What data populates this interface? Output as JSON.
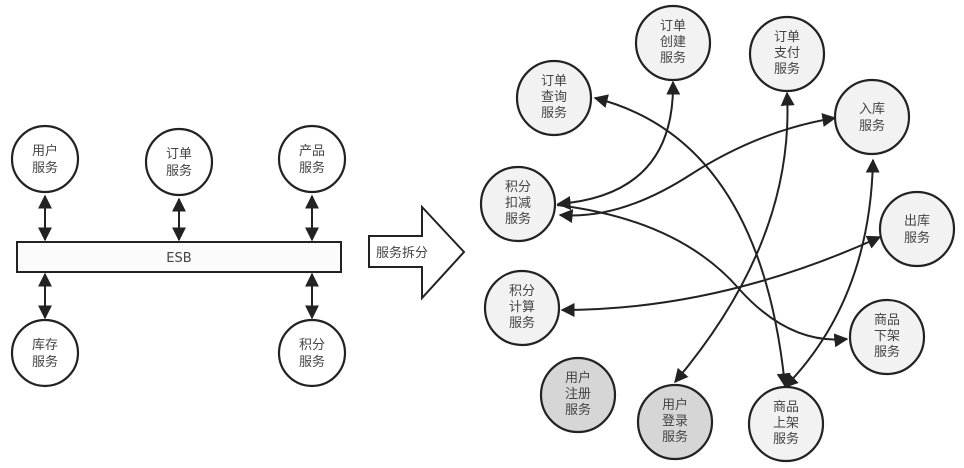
{
  "colors": {
    "node_fill": "#f2f2f2",
    "node_fill_dark": "#d6d6d6",
    "stroke": "#222222",
    "text": "#444444"
  },
  "monolith": {
    "bus_label": "ESB",
    "top_services": [
      {
        "lines": [
          "用户",
          "服务"
        ]
      },
      {
        "lines": [
          "订单",
          "服务"
        ]
      },
      {
        "lines": [
          "产品",
          "服务"
        ]
      }
    ],
    "bottom_services": [
      {
        "lines": [
          "库存",
          "服务"
        ]
      },
      {
        "lines": [
          "积分",
          "服务"
        ]
      }
    ]
  },
  "transition_arrow": {
    "label": "服务拆分"
  },
  "microservices": [
    {
      "id": "order-create",
      "lines": [
        "订单",
        "创建",
        "服务"
      ]
    },
    {
      "id": "order-query",
      "lines": [
        "订单",
        "查询",
        "服务"
      ]
    },
    {
      "id": "order-pay",
      "lines": [
        "订单",
        "支付",
        "服务"
      ]
    },
    {
      "id": "stock-in",
      "lines": [
        "入库",
        "服务"
      ]
    },
    {
      "id": "points-deduct",
      "lines": [
        "积分",
        "扣减",
        "服务"
      ]
    },
    {
      "id": "stock-out",
      "lines": [
        "出库",
        "服务"
      ]
    },
    {
      "id": "points-calc",
      "lines": [
        "积分",
        "计算",
        "服务"
      ]
    },
    {
      "id": "product-offshelf",
      "lines": [
        "商品",
        "下架",
        "服务"
      ]
    },
    {
      "id": "user-register",
      "lines": [
        "用户",
        "注册",
        "服务"
      ]
    },
    {
      "id": "user-login",
      "lines": [
        "用户",
        "登录",
        "服务"
      ]
    },
    {
      "id": "product-onshelf",
      "lines": [
        "商品",
        "上架",
        "服务"
      ]
    }
  ],
  "connections": [
    {
      "from": "order-query",
      "to": "product-onshelf"
    },
    {
      "from": "order-create",
      "to": "points-deduct"
    },
    {
      "from": "order-pay",
      "to": "user-login"
    },
    {
      "from": "stock-in",
      "to": "points-deduct"
    },
    {
      "from": "points-deduct",
      "to": "product-offshelf"
    },
    {
      "from": "stock-out",
      "to": "points-calc"
    },
    {
      "from": "stock-in",
      "to": "product-onshelf"
    }
  ]
}
